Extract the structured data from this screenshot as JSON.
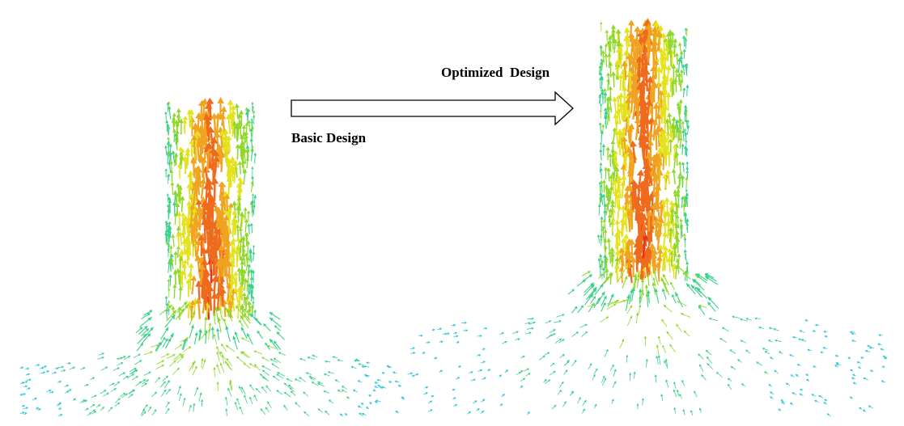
{
  "labels": {
    "optimized": "Optimized  Design",
    "basic": "Basic Design"
  },
  "colors": {
    "arrow_stroke": "#000000",
    "arrow_fill": "#ffffff",
    "vector_scale": [
      "#2fc6d8",
      "#3bd08a",
      "#8fd82a",
      "#e3e21b",
      "#f0a320",
      "#ee6a1c",
      "#e8321a"
    ]
  },
  "figures": [
    {
      "name": "basic-design-flow"
    },
    {
      "name": "optimized-design-flow"
    }
  ]
}
